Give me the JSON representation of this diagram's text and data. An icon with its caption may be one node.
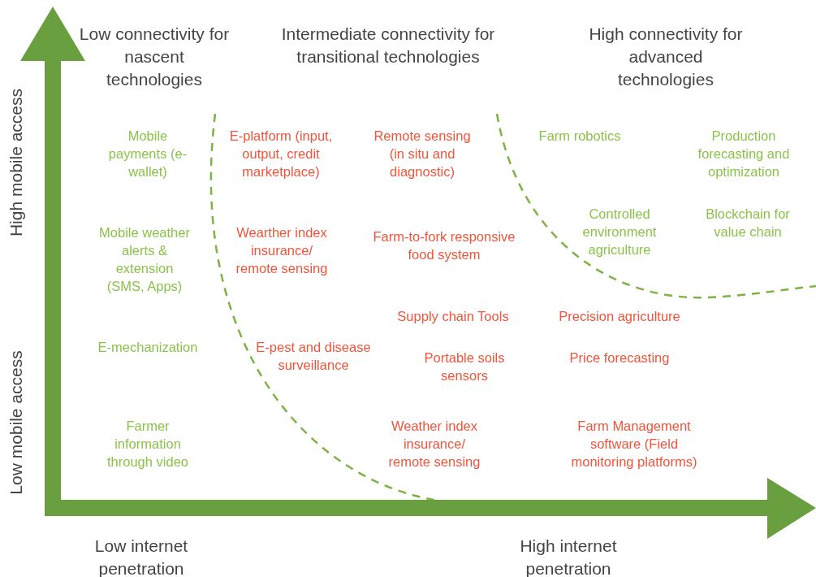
{
  "diagram": {
    "labels": [
      "Low connectivity for nascent technologies",
      "Intermediate connectivity for transitional technologies",
      "High connectivity for advanced technologies",
      "High mobile access",
      "Mobile payments (e-wallet)",
      "E-platform (input, output, credit marketplace)",
      "Remote sensing (in situ and diagnostic)",
      "Farm robotics",
      "Production forecasting and optimization",
      "Mobile weather alerts & extension (SMS, Apps)",
      "Wearther index insurance/ remote sensing",
      "Farm-to-fork responsive food system",
      "Controlled environment agriculture",
      "Blockchain for value chain",
      "Supply chain Tools",
      "Precision agriculture",
      "Low mobile access",
      "E-mechanization",
      "E-pest and disease surveillance",
      "Portable soils sensors",
      "Price forecasting",
      "Farmer information through video",
      "Weather index insurance/ remote sensing",
      "Farm Management software (Field monitoring platforms)",
      "Low internet penetration",
      "High internet penetration"
    ]
  }
}
